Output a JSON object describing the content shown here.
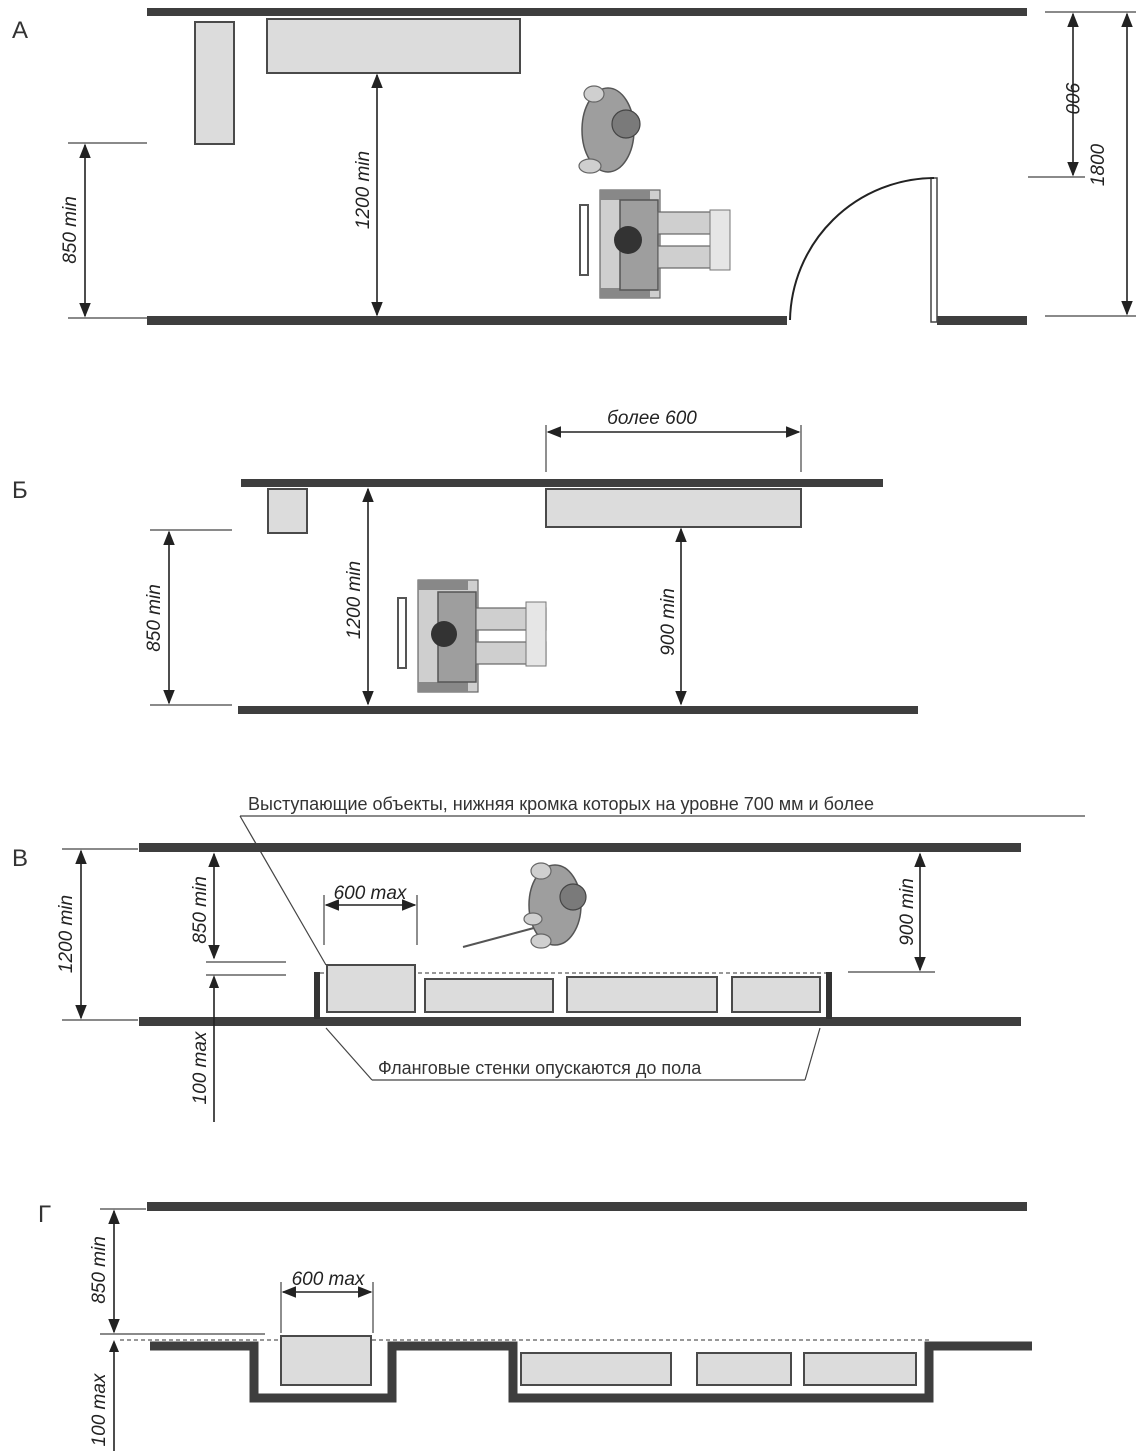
{
  "sections": {
    "a": "А",
    "b": "Б",
    "v": "В",
    "g": "Г"
  },
  "labels": {
    "a_850": "850 min",
    "a_1200": "1200 min",
    "a_900": "900",
    "a_1800": "1800",
    "b_more600": "более 600",
    "b_850": "850 min",
    "b_1200": "1200 min",
    "b_900": "900 min",
    "v_1200": "1200 min",
    "v_850": "850 min",
    "v_600": "600 max",
    "v_900": "900 min",
    "v_100": "100 max",
    "g_850": "850 min",
    "g_600": "600 max",
    "g_100": "100 max"
  },
  "notes": {
    "protruding": "Выступающие объекты, нижняя кромка которых на уровне 700 мм и более",
    "flank": "Фланговые стенки опускаются до пола"
  }
}
